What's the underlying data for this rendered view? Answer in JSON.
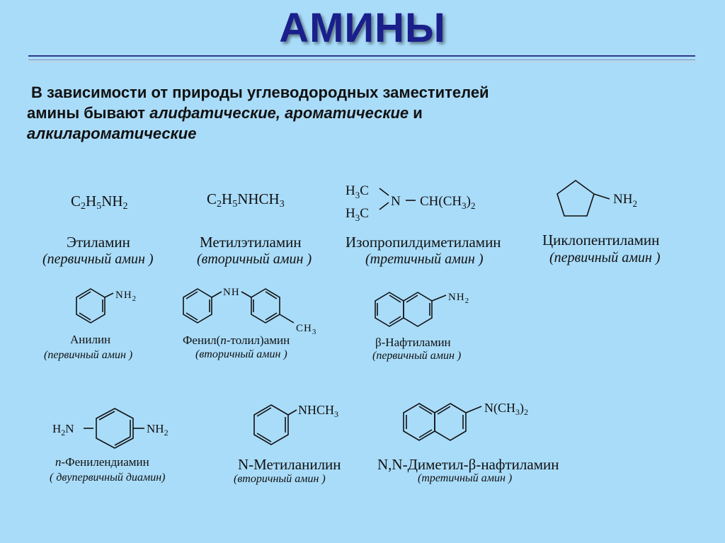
{
  "title": "АМИНЫ",
  "intro": {
    "line1": "В зависимости от природы углеводородных заместителей",
    "line2_prefix": "амины бывают ",
    "aliphatic": "алифатические",
    "comma": ", ",
    "aromatic": "ароматические",
    "and": " и",
    "alkylaromatic": "алкилароматические"
  },
  "compounds": {
    "ethylamine": {
      "formula_parts": [
        "C",
        "2",
        "H",
        "5",
        "NH",
        "2"
      ],
      "name": "Этиламин",
      "class": "(первичный амин )"
    },
    "methylethylamine": {
      "formula_parts": [
        "C",
        "2",
        "H",
        "5",
        "NHCH",
        "3"
      ],
      "name": "Метилэтиламин",
      "class": "(вторичный амин )"
    },
    "isopropyldimethylamine": {
      "labels": {
        "h3c": "H",
        "sub3": "3",
        "c": "C",
        "n": "N",
        "ch": "CH(CH",
        "close": ")",
        "sub2": "2"
      },
      "name": "Изопропилдиметиламин",
      "class": "(третичный амин )"
    },
    "cyclopentylamine": {
      "nh": "NH",
      "sub": "2",
      "name": "Циклопентиламин",
      "class": "(первичный амин )"
    },
    "aniline": {
      "nh": "NH",
      "sub": "2",
      "name": "Анилин",
      "class": "(первичный амин )"
    },
    "phenyl_tolylamine": {
      "nh": "NH",
      "ch": "CH",
      "sub": "3",
      "name_prefix": "Фенил(",
      "name_italic": "п",
      "name_suffix": "-толил)амин",
      "class": "(вторичный амин )"
    },
    "naphthylamine": {
      "nh": "NH",
      "sub": "2",
      "name": "β-Нафтиламин",
      "class": "(первичный амин )"
    },
    "phenylenediamine": {
      "h": "H",
      "n_left": "N",
      "nh": "NH",
      "sub": "2",
      "name_italic": "п",
      "name_suffix": "-Фенилендиамин",
      "class": "( двупервичный диамин)"
    },
    "methylaniline": {
      "nh": "NHCH",
      "sub": "3",
      "name": "N-Метиланилин",
      "class": "(вторичный амин )"
    },
    "dimethylnaphthylamine": {
      "n": "N(CH",
      "sub3": "3",
      "close": ")",
      "sub2": "2",
      "name": "N,N-Диметил-β-нафтиламин",
      "class": "(третичный амин )"
    }
  }
}
